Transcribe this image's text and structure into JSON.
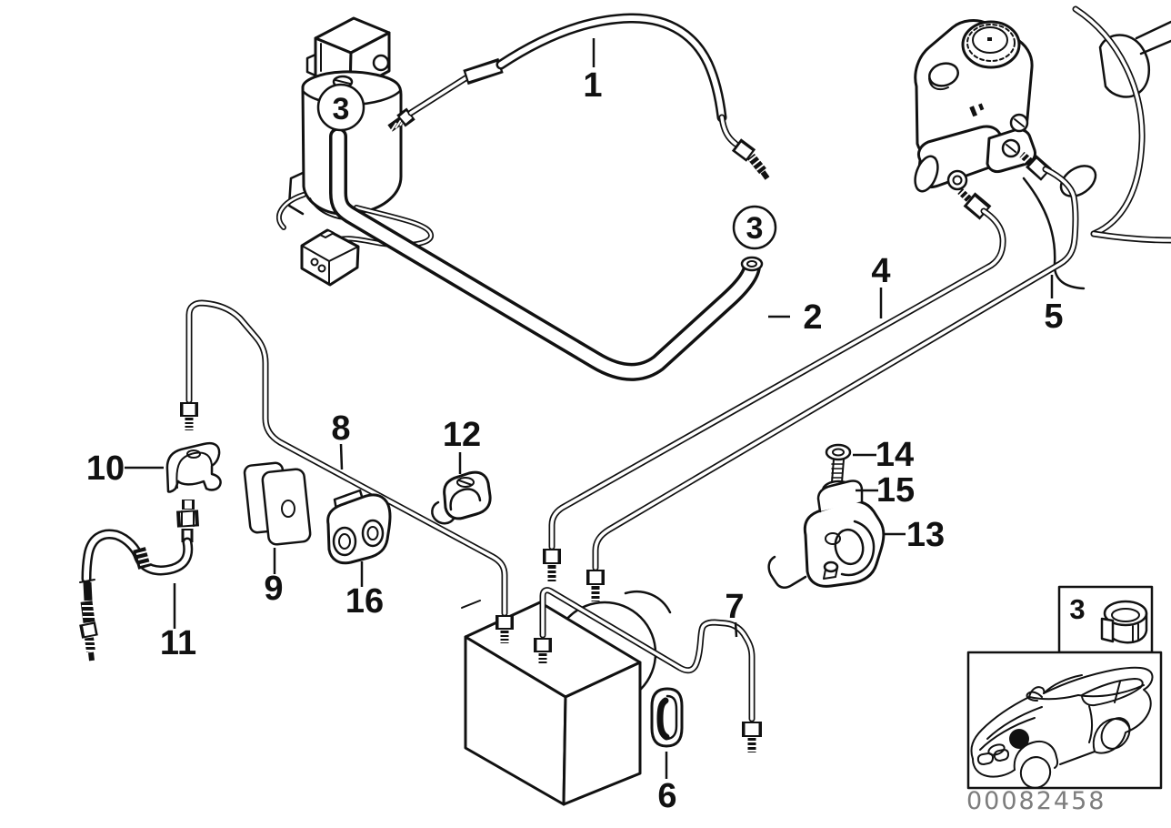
{
  "figure": {
    "type": "exploded-parts-diagram",
    "subject": "Front brake pipe and hose routing with hydraulic pump, master cylinder, brake booster and hydro unit",
    "badge_circled": "3",
    "callouts": {
      "c1": "1",
      "c2": "2",
      "c4": "4",
      "c5": "5",
      "c6": "6",
      "c7": "7",
      "c8": "8",
      "c9": "9",
      "c10": "10",
      "c11": "11",
      "c12": "12",
      "c13": "13",
      "c14": "14",
      "c15": "15",
      "c16": "16"
    },
    "legend": {
      "item_number": "3",
      "icon": "pipe-clamp-icon"
    },
    "car_locator": {
      "marker": "front-left-engine-bay-dot"
    },
    "stamp": "00082458"
  }
}
